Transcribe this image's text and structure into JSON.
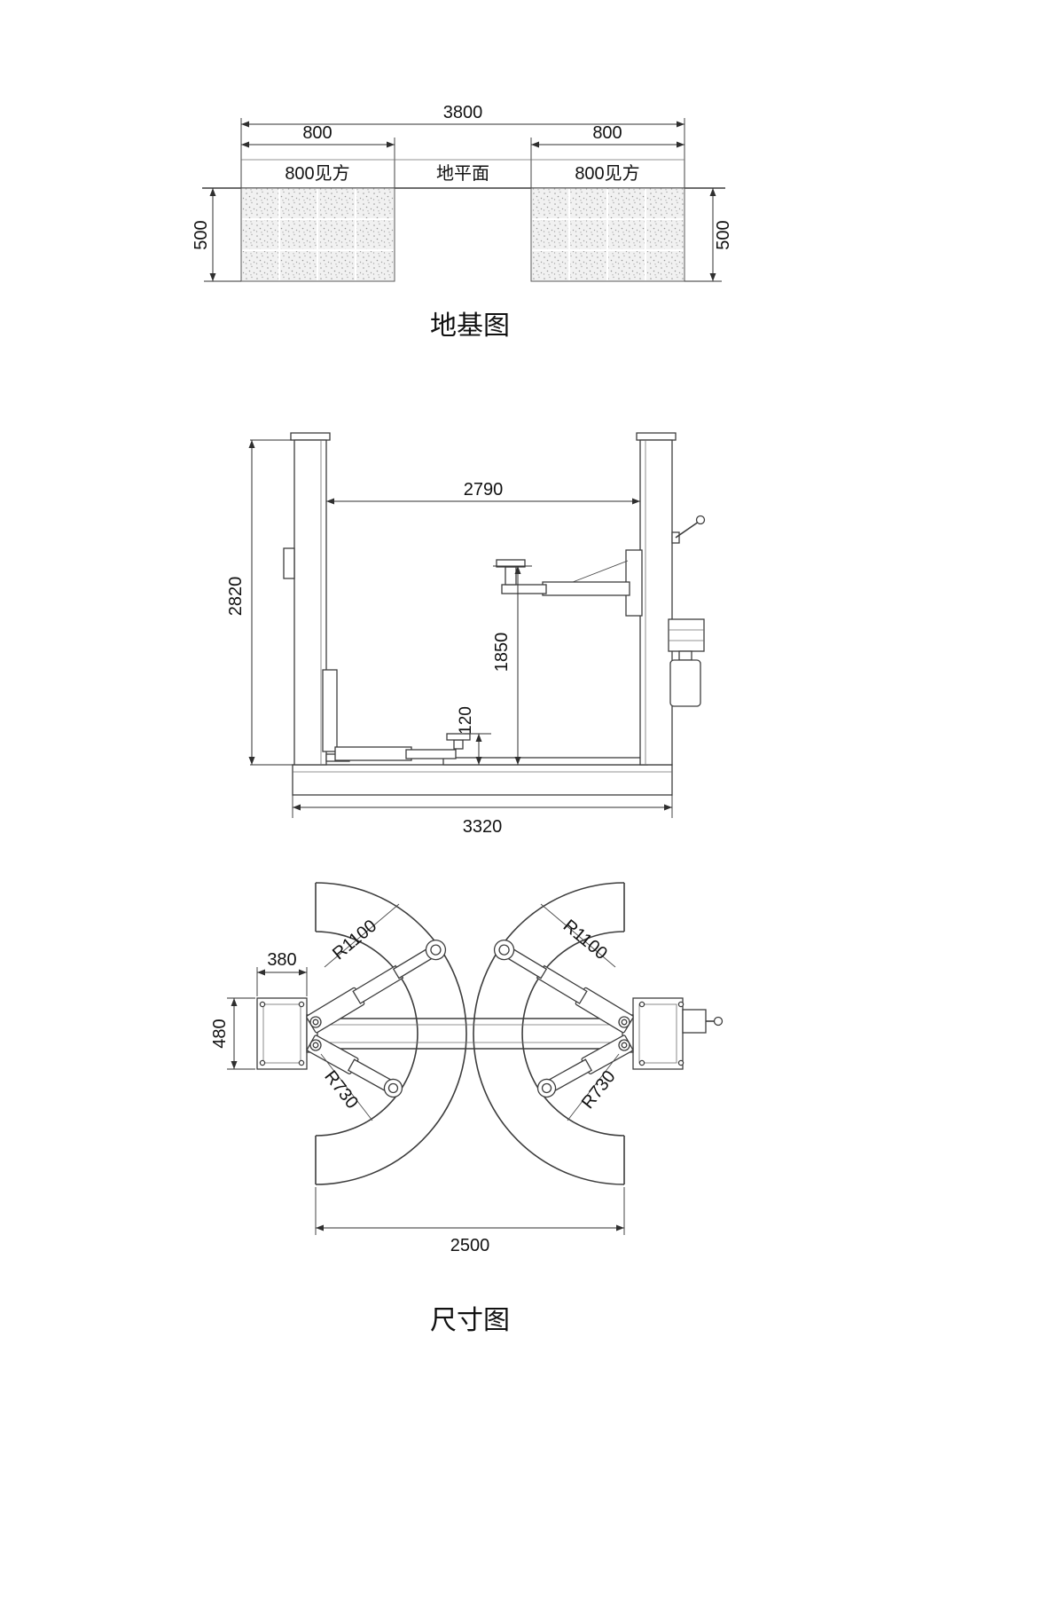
{
  "sheet": {
    "background": "#ffffff"
  },
  "foundation": {
    "caption": "地基图",
    "total_width": "3800",
    "pad_width_left": "800",
    "pad_width_right": "800",
    "pad_square_left": "800见方",
    "ground_label": "地平面",
    "pad_square_right": "800见方",
    "depth_left": "500",
    "depth_right": "500"
  },
  "elevation": {
    "inner_clearance": "2790",
    "overall_height": "2820",
    "max_lift_height": "1850",
    "min_pad_height": "120",
    "base_width": "3320"
  },
  "plan": {
    "caption": "尺寸图",
    "long_arm_radius_left": "R1100",
    "long_arm_radius_right": "R1100",
    "short_arm_radius_left": "R730",
    "short_arm_radius_right": "R730",
    "post_plate_depth": "380",
    "post_plate_width": "480",
    "inner_span": "2500"
  }
}
